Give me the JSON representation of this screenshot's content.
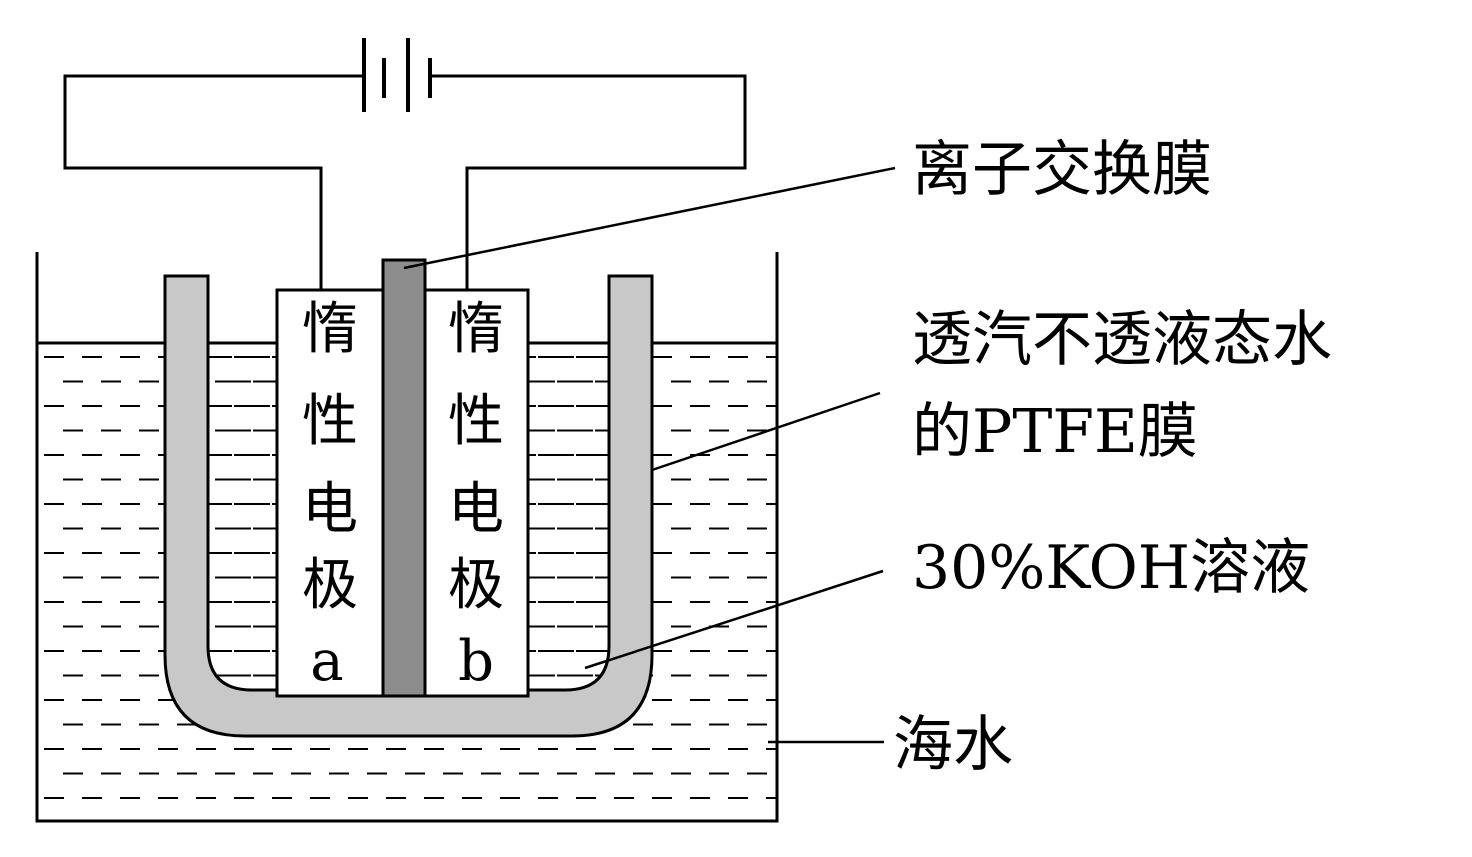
{
  "labels": {
    "membrane": "离子交换膜",
    "ptfe_line1": "透汽不透液态水",
    "ptfe_line2": "的PTFE膜",
    "koh": "30%KOH溶液",
    "seawater": "海水"
  },
  "electrode_a": {
    "chars": [
      "惰",
      "性",
      "电",
      "极"
    ],
    "letter": "a"
  },
  "electrode_b": {
    "chars": [
      "惰",
      "性",
      "电",
      "极"
    ],
    "letter": "b"
  },
  "colors": {
    "ptfe_fill": "#c8c8c8",
    "membrane_fill": "#8c8c8c",
    "electrode_fill": "#ffffff",
    "stroke": "#000000"
  }
}
